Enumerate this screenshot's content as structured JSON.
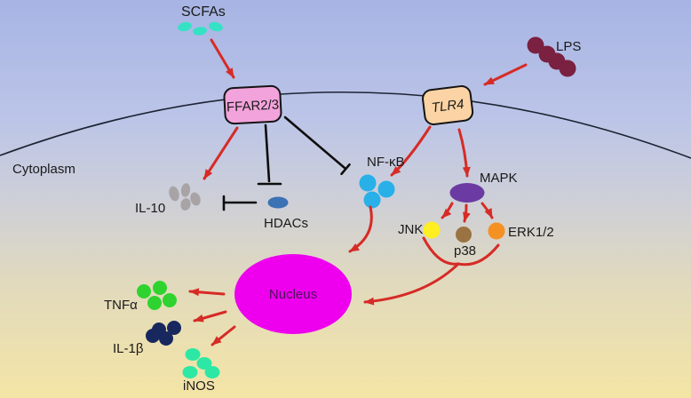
{
  "labels": {
    "scfas": "SCFAs",
    "lps": "LPS",
    "ffar": "FFAR2/3",
    "tlr4": "TLR4",
    "cytoplasm": "Cytoplasm",
    "il10": "IL-10",
    "hdacs": "HDACs",
    "nfkb": "NF-κB",
    "mapk": "MAPK",
    "jnk": "JNK",
    "p38": "p38",
    "erk": "ERK1/2",
    "nucleus": "Nucleus",
    "tnfa": "TNFα",
    "il1b": "IL-1β",
    "inos": "iNOS"
  },
  "colors": {
    "bg_top": "#a7b4e4",
    "bg_blue": "#bcc5e8",
    "bg_gray": "#cfd0d6",
    "bg_tan": "#e2dabc",
    "bg_bottom": "#f4e5a5",
    "membrane": "#1c2433",
    "activation_arrow": "#d62b26",
    "inhibition_line": "#0d0d0d",
    "text": "#1a1a1a",
    "scfa": "#35e2c4",
    "lps": "#7a2040",
    "ffar_box": "#f2a3db",
    "tlr4_box": "#fbd3a4",
    "il10": "#a8a4a6",
    "hdacs": "#3b72b4",
    "nfkb": "#29b0e8",
    "mapk": "#6b3aa2",
    "jnk": "#ffee22",
    "p38": "#9b7342",
    "erk": "#f59122",
    "nucleus": "#ee00ee",
    "nucleus_text": "#4a1358",
    "tnfa": "#2fd330",
    "il1b": "#18285e",
    "inos": "#2de8a4"
  }
}
